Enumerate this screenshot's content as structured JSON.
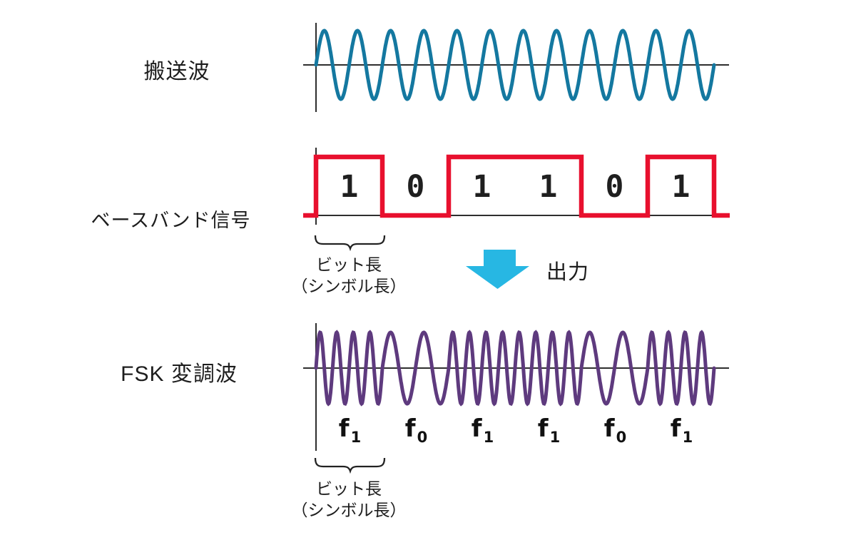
{
  "diagram": {
    "carrier": {
      "label": "搬送波"
    },
    "baseband": {
      "label": "ベースバンド信号",
      "bits": [
        "1",
        "0",
        "1",
        "1",
        "0",
        "1"
      ]
    },
    "fsk": {
      "label": "FSK 変調波",
      "symbols": [
        {
          "base": "f",
          "sub": "1"
        },
        {
          "base": "f",
          "sub": "0"
        },
        {
          "base": "f",
          "sub": "1"
        },
        {
          "base": "f",
          "sub": "1"
        },
        {
          "base": "f",
          "sub": "0"
        },
        {
          "base": "f",
          "sub": "1"
        }
      ]
    },
    "output_label": "出力",
    "bit_length": {
      "line1": "ビット長",
      "line2": "（シンボル長）"
    }
  },
  "colors": {
    "carrier": "#1478a0",
    "baseband": "#e8102e",
    "fsk": "#5e3a7e",
    "arrow": "#27b7e3",
    "axis": "#2e2e2e",
    "text": "#1d1d1d"
  },
  "chart_data": [
    {
      "type": "line",
      "name": "carrier-wave",
      "title": "搬送波",
      "waveform": "sine",
      "cycles": 12,
      "amplitude": 1,
      "phase_start": 0,
      "color": "#1478a0"
    },
    {
      "type": "line",
      "name": "baseband-signal",
      "title": "ベースバンド信号",
      "waveform": "square",
      "bits": [
        1,
        0,
        1,
        1,
        0,
        1
      ],
      "high": 1,
      "low": 0,
      "bit_labels": [
        "1",
        "0",
        "1",
        "1",
        "0",
        "1"
      ],
      "color": "#e8102e"
    },
    {
      "type": "line",
      "name": "fsk-modulated-wave",
      "title": "FSK 変調波",
      "waveform": "fsk-sine",
      "bits": [
        1,
        0,
        1,
        1,
        0,
        1
      ],
      "cycles_per_bit_1": 4,
      "cycles_per_bit_0": 2,
      "amplitude": 1,
      "segment_labels": [
        "f1",
        "f0",
        "f1",
        "f1",
        "f0",
        "f1"
      ],
      "color": "#5e3a7e"
    }
  ]
}
